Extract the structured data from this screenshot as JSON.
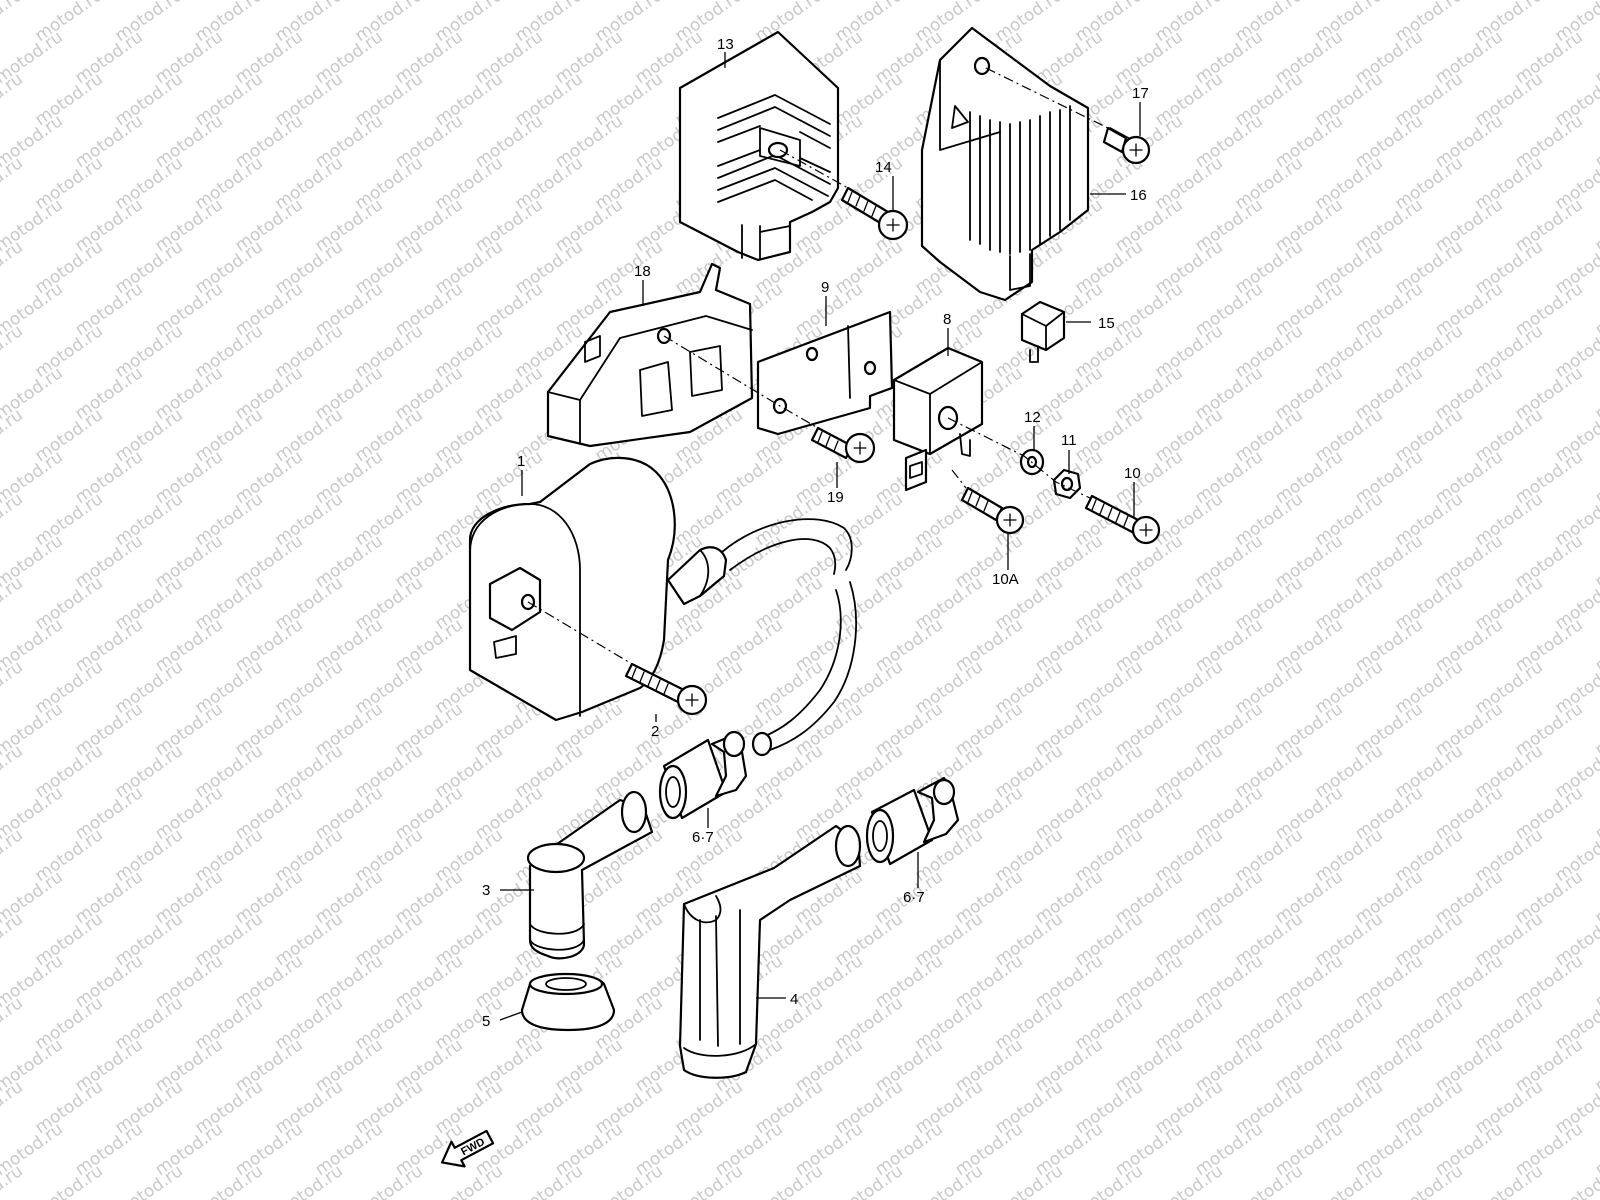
{
  "diagram": {
    "watermark": "motod.ru",
    "fwd_label": "FWD",
    "callouts": {
      "p1": "1",
      "p2": "2",
      "p3": "3",
      "p4": "4",
      "p5": "5",
      "p67a": "6·7",
      "p67b": "6·7",
      "p8": "8",
      "p9": "9",
      "p10": "10",
      "p10a": "10A",
      "p11": "11",
      "p12": "12",
      "p13": "13",
      "p14": "14",
      "p15": "15",
      "p16": "16",
      "p17": "17",
      "p18": "18",
      "p19": "19"
    }
  }
}
